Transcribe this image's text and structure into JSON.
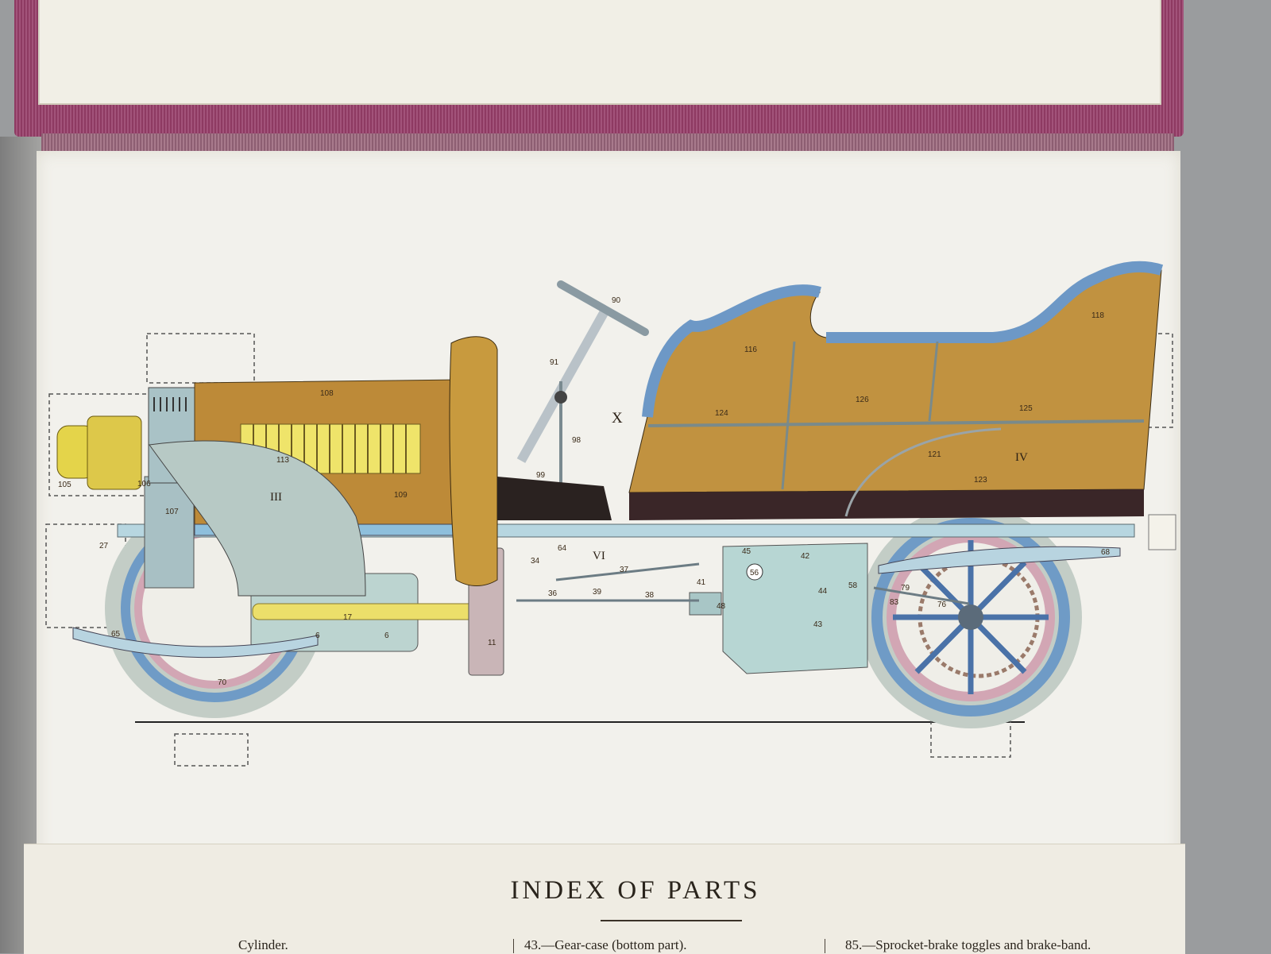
{
  "plate": {
    "part_numbers": [
      "90",
      "91",
      "98",
      "99",
      "108",
      "113",
      "109",
      "107",
      "105",
      "106",
      "116",
      "118",
      "124",
      "126",
      "125",
      "121",
      "123",
      "34",
      "64",
      "37",
      "39",
      "36",
      "38",
      "41",
      "48",
      "45",
      "56",
      "42",
      "44",
      "43",
      "58",
      "79",
      "83",
      "76",
      "68",
      "27",
      "65",
      "17",
      "6",
      "6",
      "11",
      "70"
    ],
    "roman_numerals": [
      "III",
      "IV",
      "VI",
      "X"
    ]
  },
  "index": {
    "title": "INDEX OF PARTS",
    "entries": [
      "Cylinder.",
      "43.—Gear-case (bottom part).",
      "85.—Sprocket-brake toggles and brake-band."
    ]
  }
}
